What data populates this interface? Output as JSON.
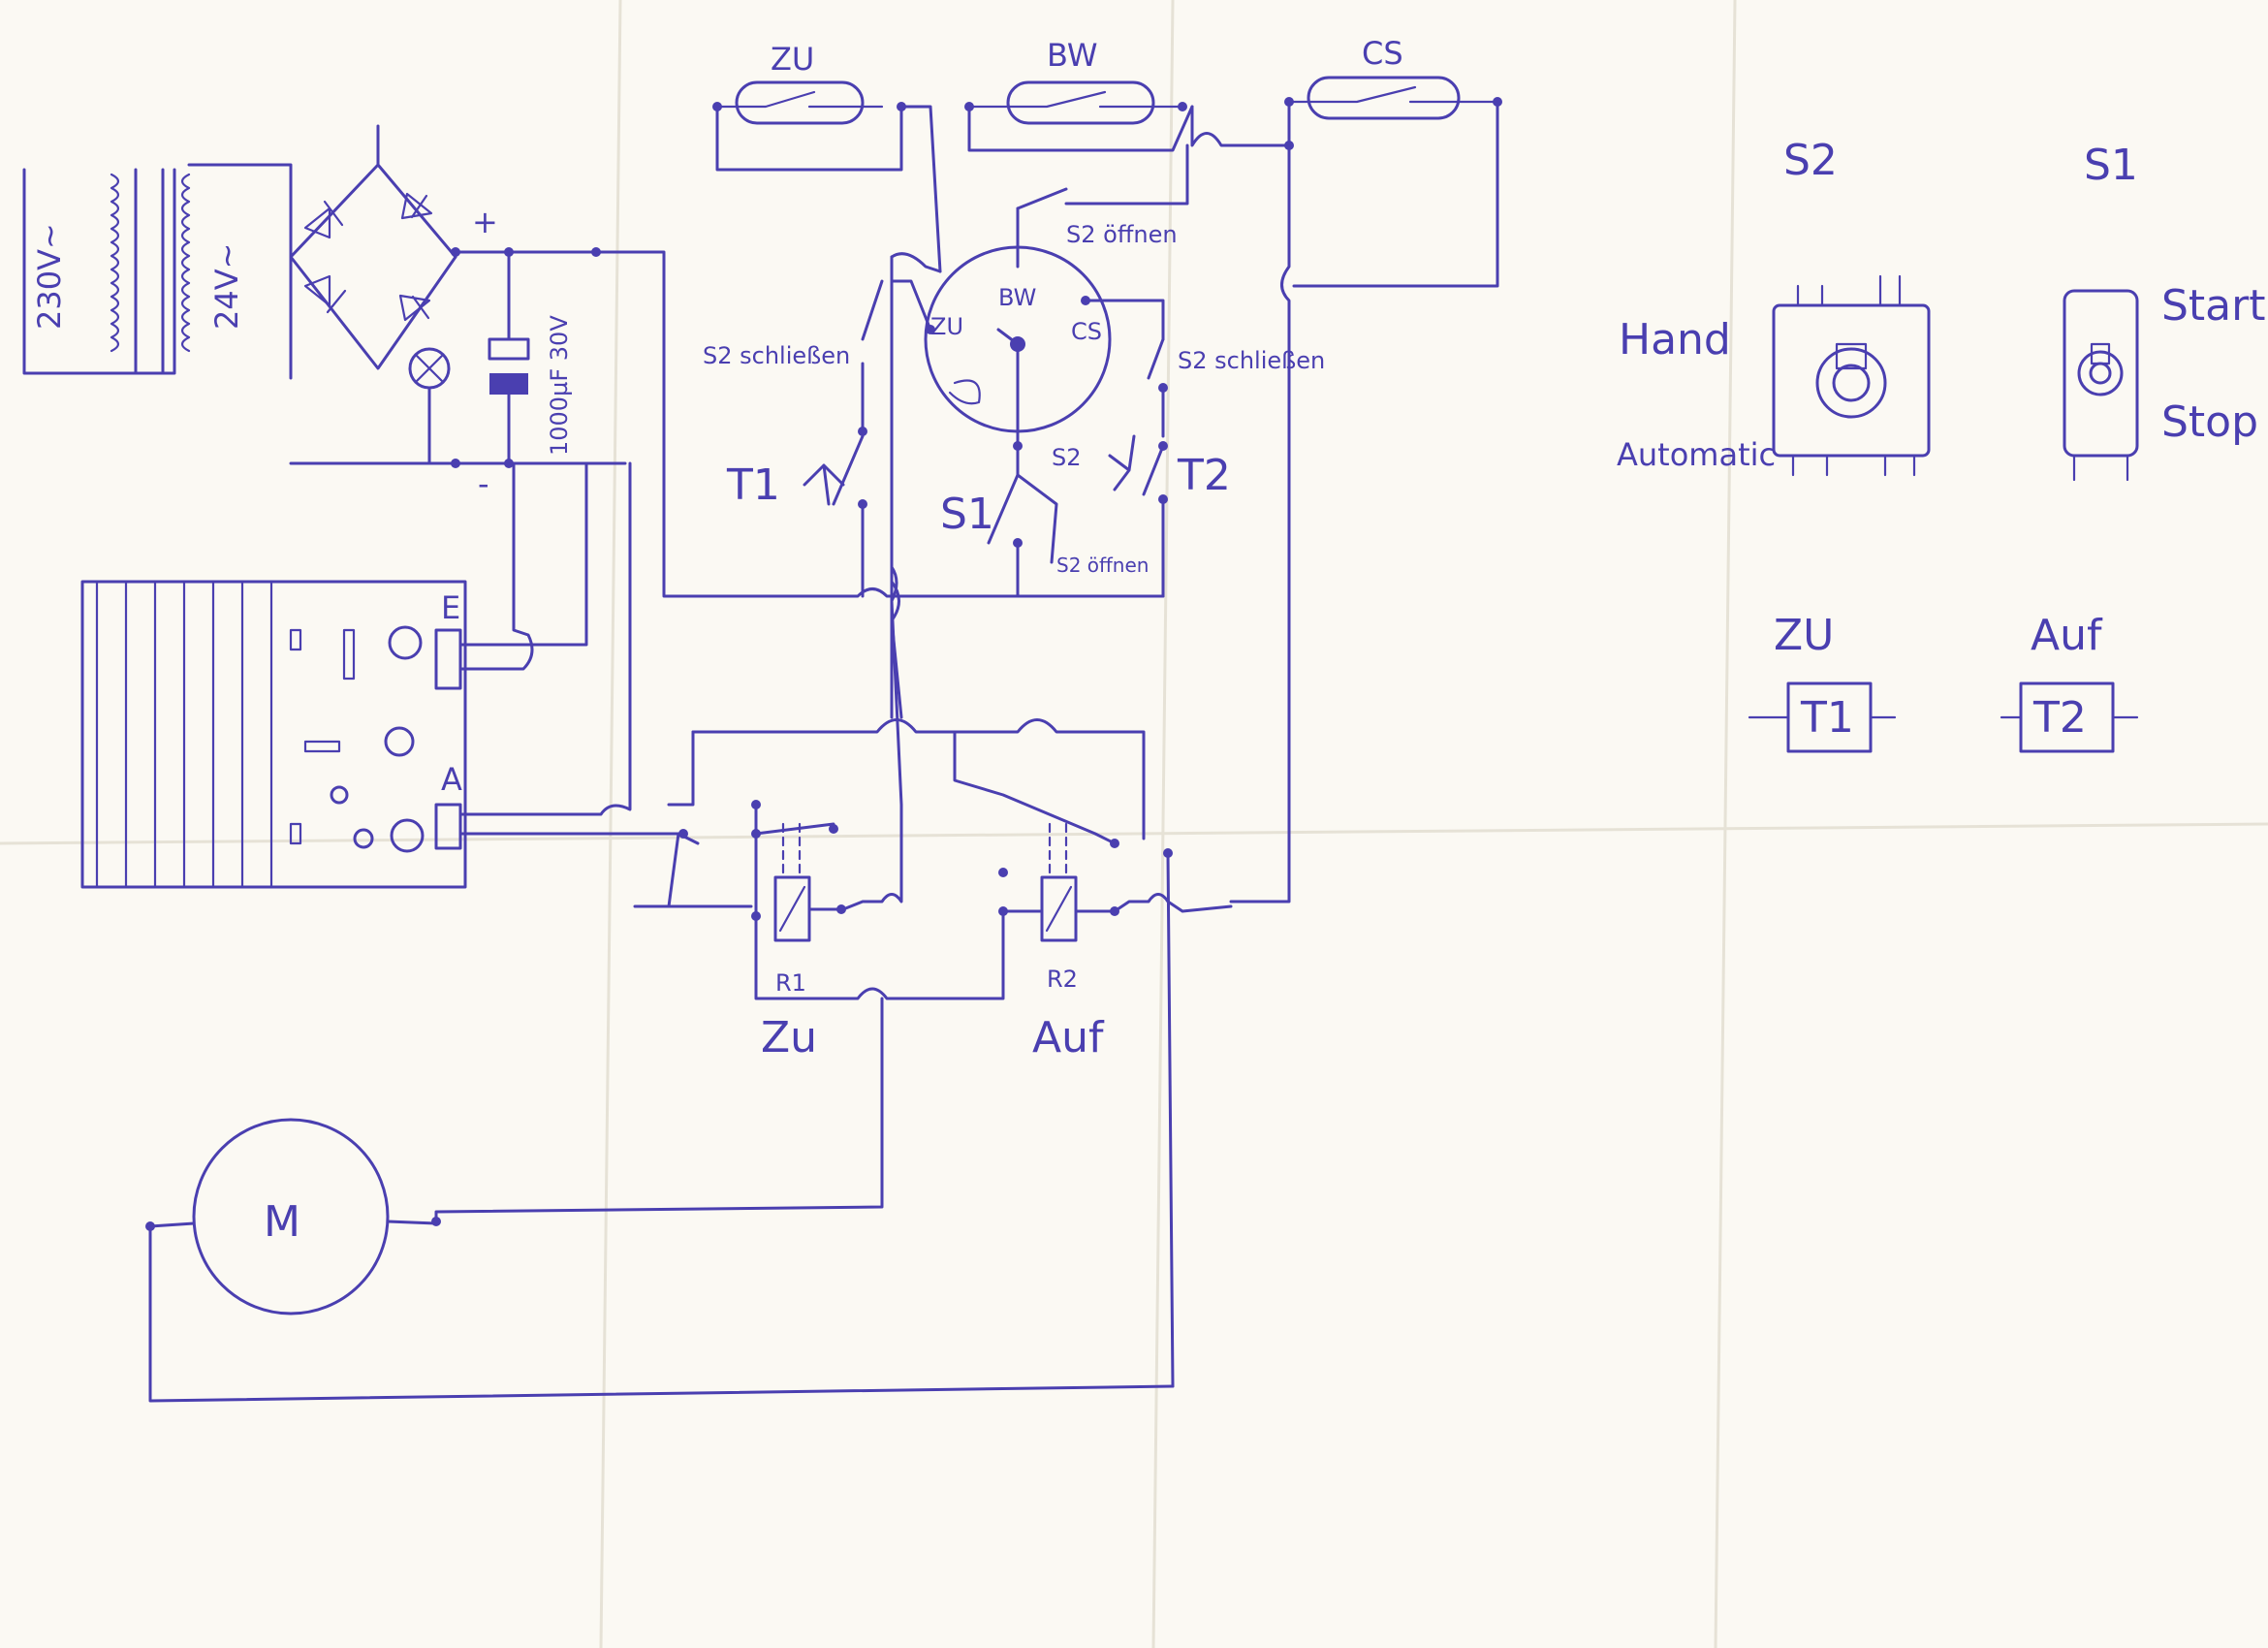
{
  "colors": {
    "ink": "#4a3fb0",
    "paper": "#fbf9f3"
  },
  "supply": {
    "mains": "230V~",
    "secondary": "24V~",
    "plus": "+",
    "minus": "-",
    "capacitor": "1000µF 30V"
  },
  "reed_contacts": {
    "zu": "ZU",
    "bw": "BW",
    "cs": "CS"
  },
  "selector": {
    "bw": "BW",
    "zu": "ZU",
    "cs": "CS",
    "s2": "S2"
  },
  "switch_labels": {
    "s2_oeffnen_top": "S2 öffnen",
    "s2_schliessen_left": "S2 schließen",
    "s2_schliessen_right": "S2 schließen",
    "s2_oeffnen_bottom": "S2 öffnen",
    "t1": "T1",
    "t2": "T2",
    "s1": "S1"
  },
  "module": {
    "e": "E",
    "a": "A"
  },
  "relays": {
    "r1": "R1",
    "r2": "R2",
    "r1_name": "Zu",
    "r2_name": "Auf"
  },
  "motor": {
    "label": "M"
  },
  "legend": {
    "s2_title": "S2",
    "s1_title": "S1",
    "hand": "Hand",
    "automatic": "Automatic",
    "start": "Start",
    "stop": "Stop",
    "zu": "ZU",
    "auf": "Auf",
    "t1": "T1",
    "t2": "T2"
  }
}
